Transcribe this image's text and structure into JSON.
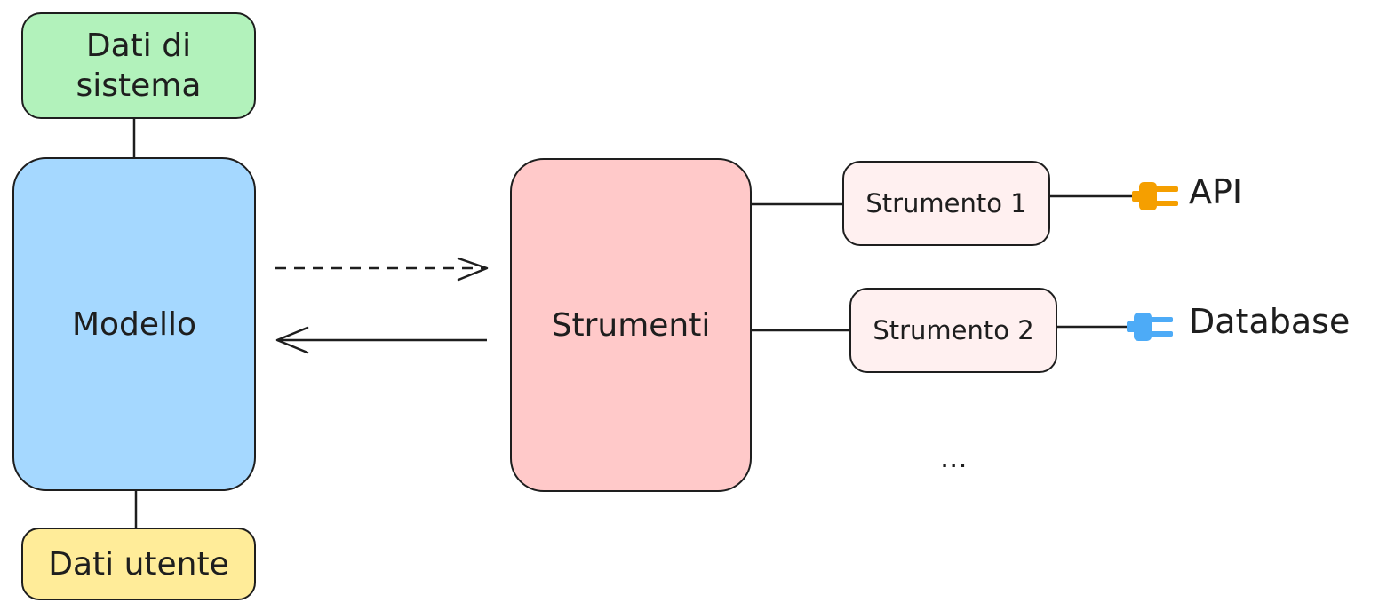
{
  "nodes": {
    "system_data": "Dati di sistema",
    "model": "Modello",
    "user_data": "Dati utente",
    "tools": "Strumenti",
    "tool_1": "Strumento 1",
    "tool_2": "Strumento 2",
    "api": "API",
    "database": "Database",
    "more_tools": "..."
  },
  "colors": {
    "system_data_fill": "#b2f2bb",
    "model_fill": "#a5d8ff",
    "user_data_fill": "#ffec99",
    "tools_fill": "#ffc9c9",
    "tool_fill": "#fff0f0",
    "api_plug": "#f59f00",
    "database_plug": "#4dabf7",
    "stroke": "#1e1e1e"
  },
  "icons": {
    "api_plug": "plug-icon",
    "database_plug": "plug-icon"
  }
}
